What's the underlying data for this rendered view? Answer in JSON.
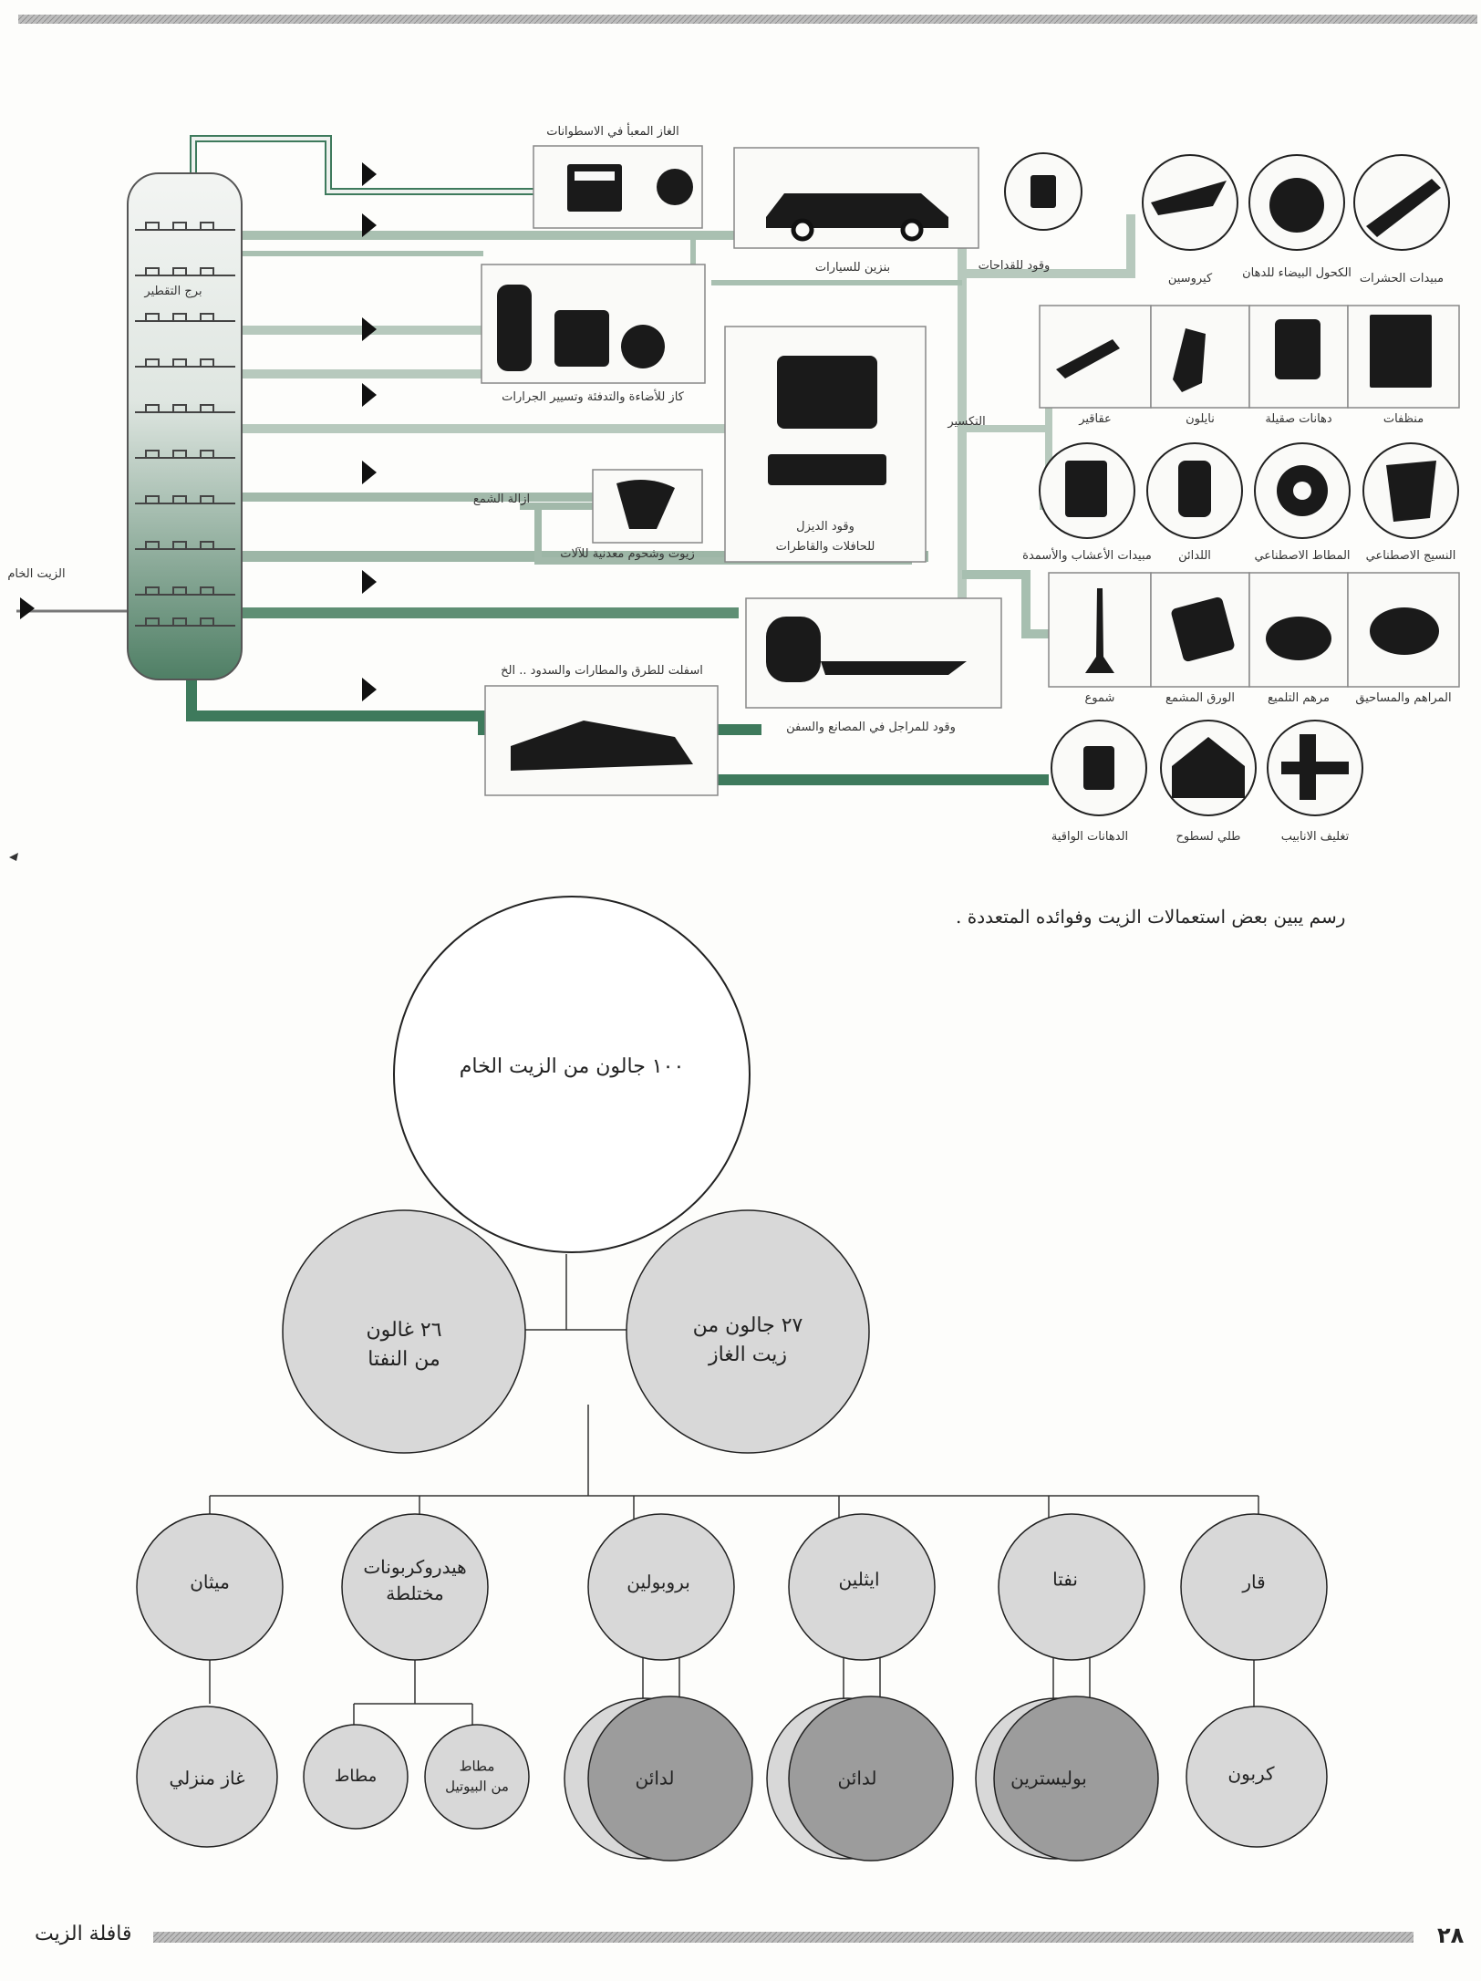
{
  "refinery": {
    "tower_label": "برج التقطير",
    "crude_label": "الزيت الخام",
    "outputs": {
      "bottled_gas": "الغاز المعبأ في الاسطوانات",
      "petrol": "بنزين للسيارات",
      "lighter_fuel": "وقود للقداحات",
      "kerosene_uses": "كاز للأضاءة والتدفئة وتسيير الجرارات",
      "diesel": "وقود الديزل",
      "diesel_sub": "للحافلات والقاطرات",
      "wax_removal": "ازالة الشمع",
      "lube_oils": "زيوت وشحوم معدنية للآلات",
      "furnace_fuel": "وقود للمراجل في المصانع والسفن",
      "asphalt": "اسفلت للطرق والمطارات والسدود .. الخ",
      "cracking": "التكسير"
    },
    "products_row1": [
      "كيروسين",
      "الكحول البيضاء للدهان",
      "مبيدات الحشرات"
    ],
    "products_row2": [
      "عقاقير",
      "نايلون",
      "دهانات صقيلة",
      "منظفات"
    ],
    "products_row3": [
      "مبيدات الأعشاب والأسمدة",
      "اللدائن",
      "المطاط الاصطناعي",
      "النسيج الاصطناعي"
    ],
    "products_row4": [
      "شموع",
      "الورق المشمع",
      "مرهم التلميع",
      "المراهم والمساحيق"
    ],
    "products_row5": [
      "الدهانات الواقية",
      "طلي لسطوح",
      "تغليف الانابيب"
    ]
  },
  "caption": "رسم يبين بعض استعمالات الزيت وفوائده المتعددة .",
  "tree": {
    "root": "١٠٠ جالون من الزيت الخام",
    "level1": [
      {
        "line1": "٢٦ غالون",
        "line2": "من النفتا"
      },
      {
        "line1": "٢٧ جالون من",
        "line2": "زيت الغاز"
      }
    ],
    "level2": [
      {
        "line1": "ميثان",
        "line2": ""
      },
      {
        "line1": "هيدروكربونات",
        "line2": "مختلطة"
      },
      {
        "line1": "بروبولين",
        "line2": ""
      },
      {
        "line1": "ايثلين",
        "line2": ""
      },
      {
        "line1": "نفتا",
        "line2": ""
      },
      {
        "line1": "قار",
        "line2": ""
      }
    ],
    "level3": [
      {
        "line1": "غاز منزلي",
        "line2": ""
      },
      {
        "line1": "مطاط",
        "line2": ""
      },
      {
        "line1": "مطاط",
        "line2": "من البيوتيل"
      },
      {
        "line1": "لدائن",
        "line2": ""
      },
      {
        "line1": "لدائن",
        "line2": ""
      },
      {
        "line1": "بوليسترين",
        "line2": ""
      },
      {
        "line1": "كربون",
        "line2": ""
      }
    ]
  },
  "footer": {
    "title": "قافلة الزيت",
    "page_number": "٢٨"
  },
  "colors": {
    "pipe": "#3e7a5c",
    "tower_top": "#f2f4f2",
    "tower_bottom": "#4f7f65",
    "node_light": "#d8d8d8",
    "node_dark": "#9c9c9c",
    "bar": "#b3b3b3"
  }
}
